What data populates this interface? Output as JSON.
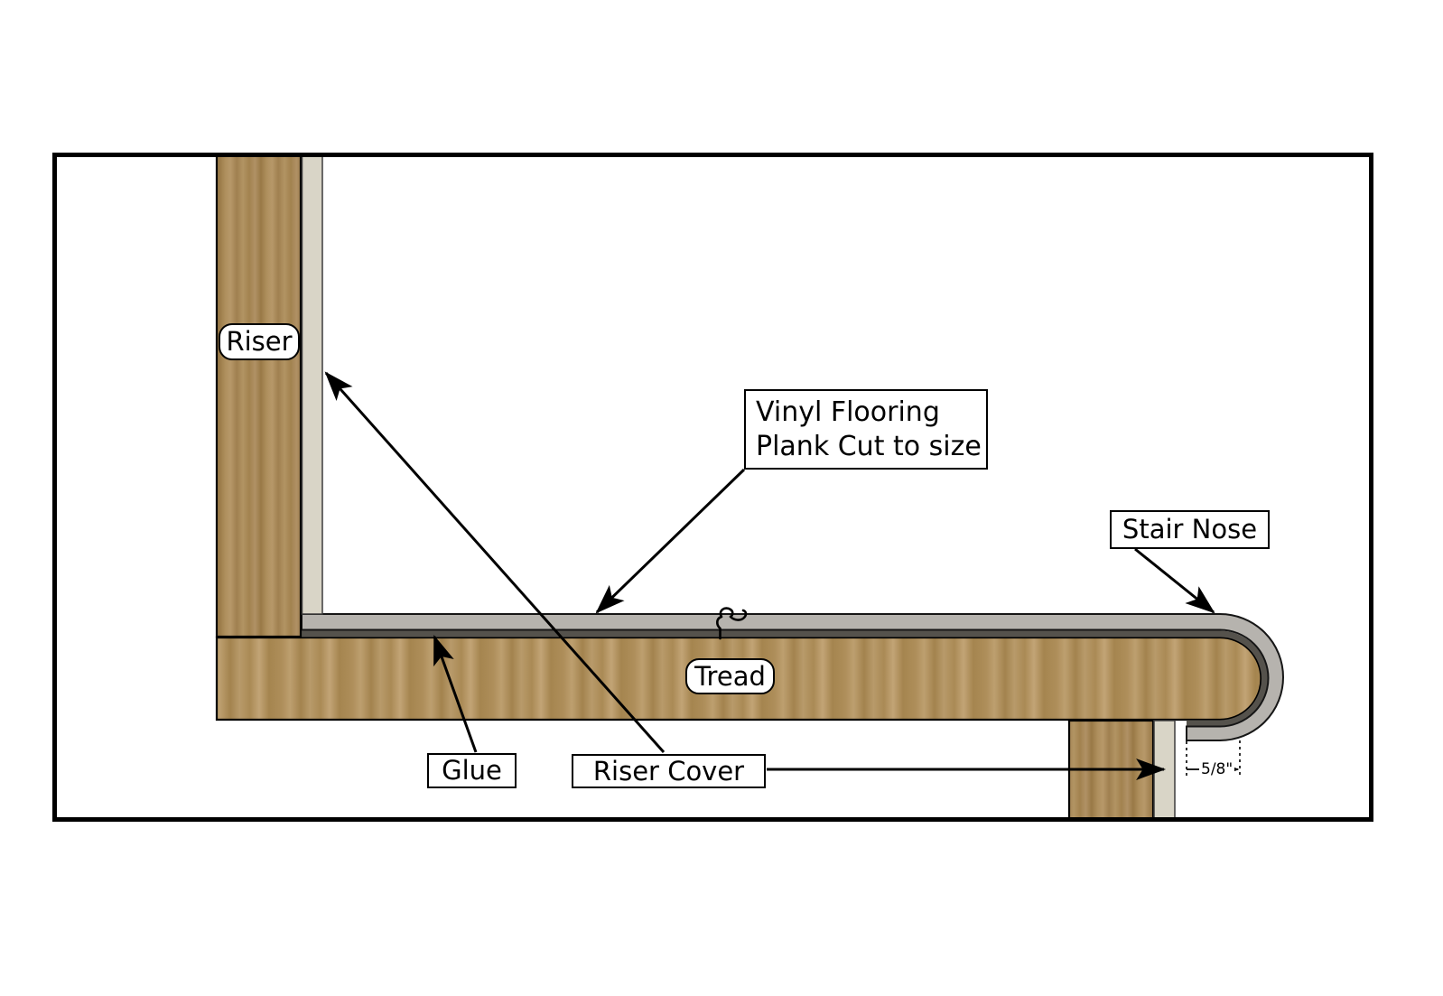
{
  "diagram": {
    "labels": {
      "riser": "Riser",
      "vinyl_flooring_line1": "Vinyl Flooring",
      "vinyl_flooring_line2": "Plank Cut to size",
      "stair_nose": "Stair Nose",
      "tread": "Tread",
      "glue": "Glue",
      "riser_cover": "Riser Cover"
    },
    "dimension": {
      "nose_flange_width": "5/8\""
    },
    "colors": {
      "vinyl_plank": "#b6b3ae",
      "glue": "#55524c",
      "wood": "#ab8c58",
      "riser_cover_strip": "#d9d5c7",
      "outline": "#000000"
    }
  }
}
